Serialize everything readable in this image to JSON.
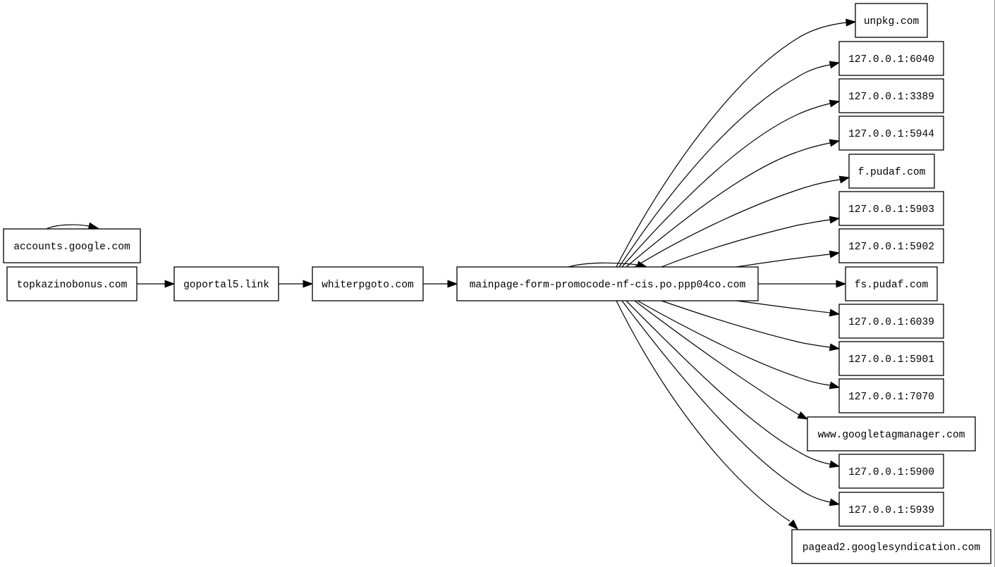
{
  "diagram": {
    "type": "directed-graph",
    "nodes": [
      {
        "id": "accounts",
        "label": "accounts.google.com"
      },
      {
        "id": "topkazino",
        "label": "topkazinobonus.com"
      },
      {
        "id": "goportal",
        "label": "goportal5.link"
      },
      {
        "id": "whiterpgoto",
        "label": "whiterpgoto.com"
      },
      {
        "id": "mainpage",
        "label": "mainpage-form-promocode-nf-cis.po.ppp04co.com"
      },
      {
        "id": "unpkg",
        "label": "unpkg.com"
      },
      {
        "id": "p6040",
        "label": "127.0.0.1:6040"
      },
      {
        "id": "p3389",
        "label": "127.0.0.1:3389"
      },
      {
        "id": "p5944",
        "label": "127.0.0.1:5944"
      },
      {
        "id": "fpudaf",
        "label": "f.pudaf.com"
      },
      {
        "id": "p5903",
        "label": "127.0.0.1:5903"
      },
      {
        "id": "p5902",
        "label": "127.0.0.1:5902"
      },
      {
        "id": "fspudaf",
        "label": "fs.pudaf.com"
      },
      {
        "id": "p6039",
        "label": "127.0.0.1:6039"
      },
      {
        "id": "p5901",
        "label": "127.0.0.1:5901"
      },
      {
        "id": "p7070",
        "label": "127.0.0.1:7070"
      },
      {
        "id": "gtm",
        "label": "www.googletagmanager.com"
      },
      {
        "id": "p5900",
        "label": "127.0.0.1:5900"
      },
      {
        "id": "p5939",
        "label": "127.0.0.1:5939"
      },
      {
        "id": "pagead2",
        "label": "pagead2.googlesyndication.com"
      }
    ],
    "edges": [
      {
        "from": "accounts",
        "to": "accounts"
      },
      {
        "from": "topkazino",
        "to": "goportal"
      },
      {
        "from": "goportal",
        "to": "whiterpgoto"
      },
      {
        "from": "whiterpgoto",
        "to": "mainpage"
      },
      {
        "from": "mainpage",
        "to": "mainpage"
      },
      {
        "from": "mainpage",
        "to": "unpkg"
      },
      {
        "from": "mainpage",
        "to": "p6040"
      },
      {
        "from": "mainpage",
        "to": "p3389"
      },
      {
        "from": "mainpage",
        "to": "p5944"
      },
      {
        "from": "mainpage",
        "to": "fpudaf"
      },
      {
        "from": "mainpage",
        "to": "p5903"
      },
      {
        "from": "mainpage",
        "to": "p5902"
      },
      {
        "from": "mainpage",
        "to": "fspudaf"
      },
      {
        "from": "mainpage",
        "to": "p6039"
      },
      {
        "from": "mainpage",
        "to": "p5901"
      },
      {
        "from": "mainpage",
        "to": "p7070"
      },
      {
        "from": "mainpage",
        "to": "gtm"
      },
      {
        "from": "mainpage",
        "to": "p5900"
      },
      {
        "from": "mainpage",
        "to": "p5939"
      },
      {
        "from": "mainpage",
        "to": "pagead2"
      }
    ]
  }
}
